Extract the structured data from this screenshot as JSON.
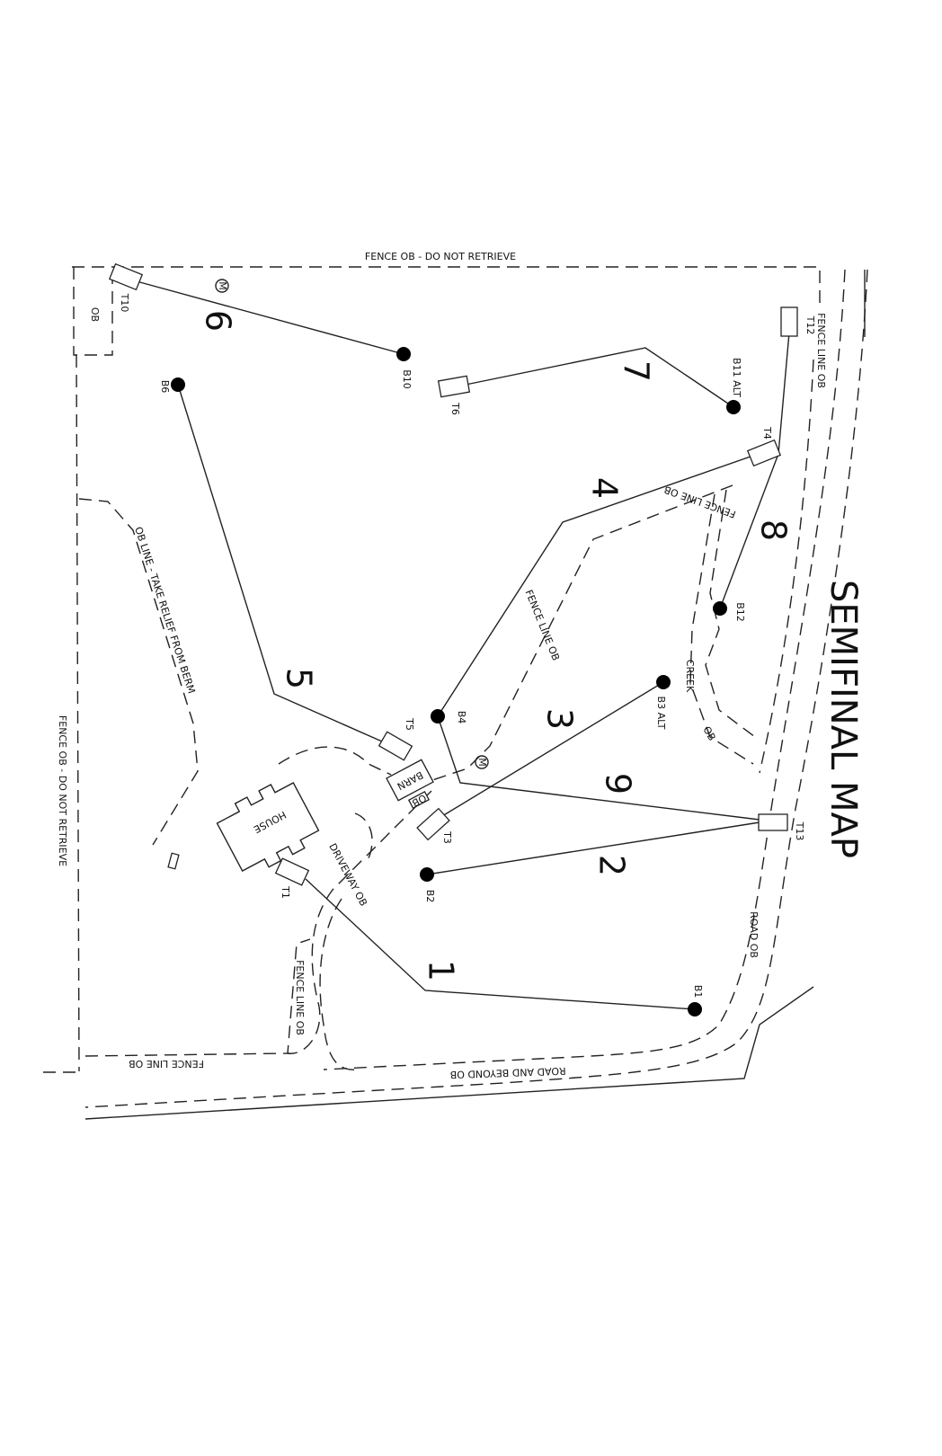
{
  "map": {
    "title": "SEMIFINAL MAP",
    "labels": {
      "fence_top": "FENCE OB - DO NOT RETRIEVE",
      "fence_left": "FENCE OB - DO NOT RETRIEVE",
      "fence_right": "FENCE LINE OB",
      "ob_line_berm": "OB LINE - TAKE RELIEF FROM BERM",
      "fence_inner_diag": "FENCE LINE OB",
      "fence_inner_top": "FENCE LINE OB",
      "creek": "CREEK",
      "creek_ob": "OB",
      "road_ob": "ROAD OB",
      "driveway_ob": "DRIVEWAY OB",
      "fence_lower": "FENCE LINE OB",
      "fence_bottom": "FENCE LINE OB",
      "road_beyond": "ROAD AND BEYOND OB",
      "corner_ob": "OB",
      "house": "HOUSE",
      "barn": "BARN",
      "barn_ob": "OB",
      "mando_1": "M",
      "mando_2": "M"
    },
    "tees": [
      "T10",
      "T6",
      "T12",
      "T4",
      "T5",
      "T3",
      "T13",
      "T1"
    ],
    "baskets": [
      "B10",
      "B6",
      "B11 ALT",
      "B12",
      "B4",
      "B3 ALT",
      "B2",
      "B1"
    ],
    "holes": [
      "1",
      "2",
      "3",
      "4",
      "5",
      "6",
      "7",
      "8",
      "9"
    ]
  }
}
